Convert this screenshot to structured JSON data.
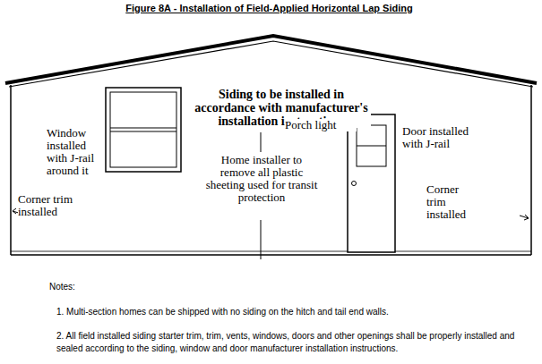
{
  "diagram": {
    "title": "Figure 8A - Installation of Field-Applied Horizontal Lap Siding",
    "labels": [
      "Siding to be installed in accordance with manufacturer's installation instructions",
      "Window installed with J-rail around it",
      "Porch light",
      "Door installed with J-rail",
      "Home installer to remove all plastic sheeting used for transit protection",
      "Corner trim installed",
      "Corner trim installed",
      "Notes:",
      "1.  Multi-section homes can be shipped with no siding on the hitch and tail end walls.",
      "2.  All field installed siding starter trim, trim, vents, windows, doors and other openings shall be properly installed and sealed according to the siding, window and door manufacturer installation instructions."
    ]
  }
}
